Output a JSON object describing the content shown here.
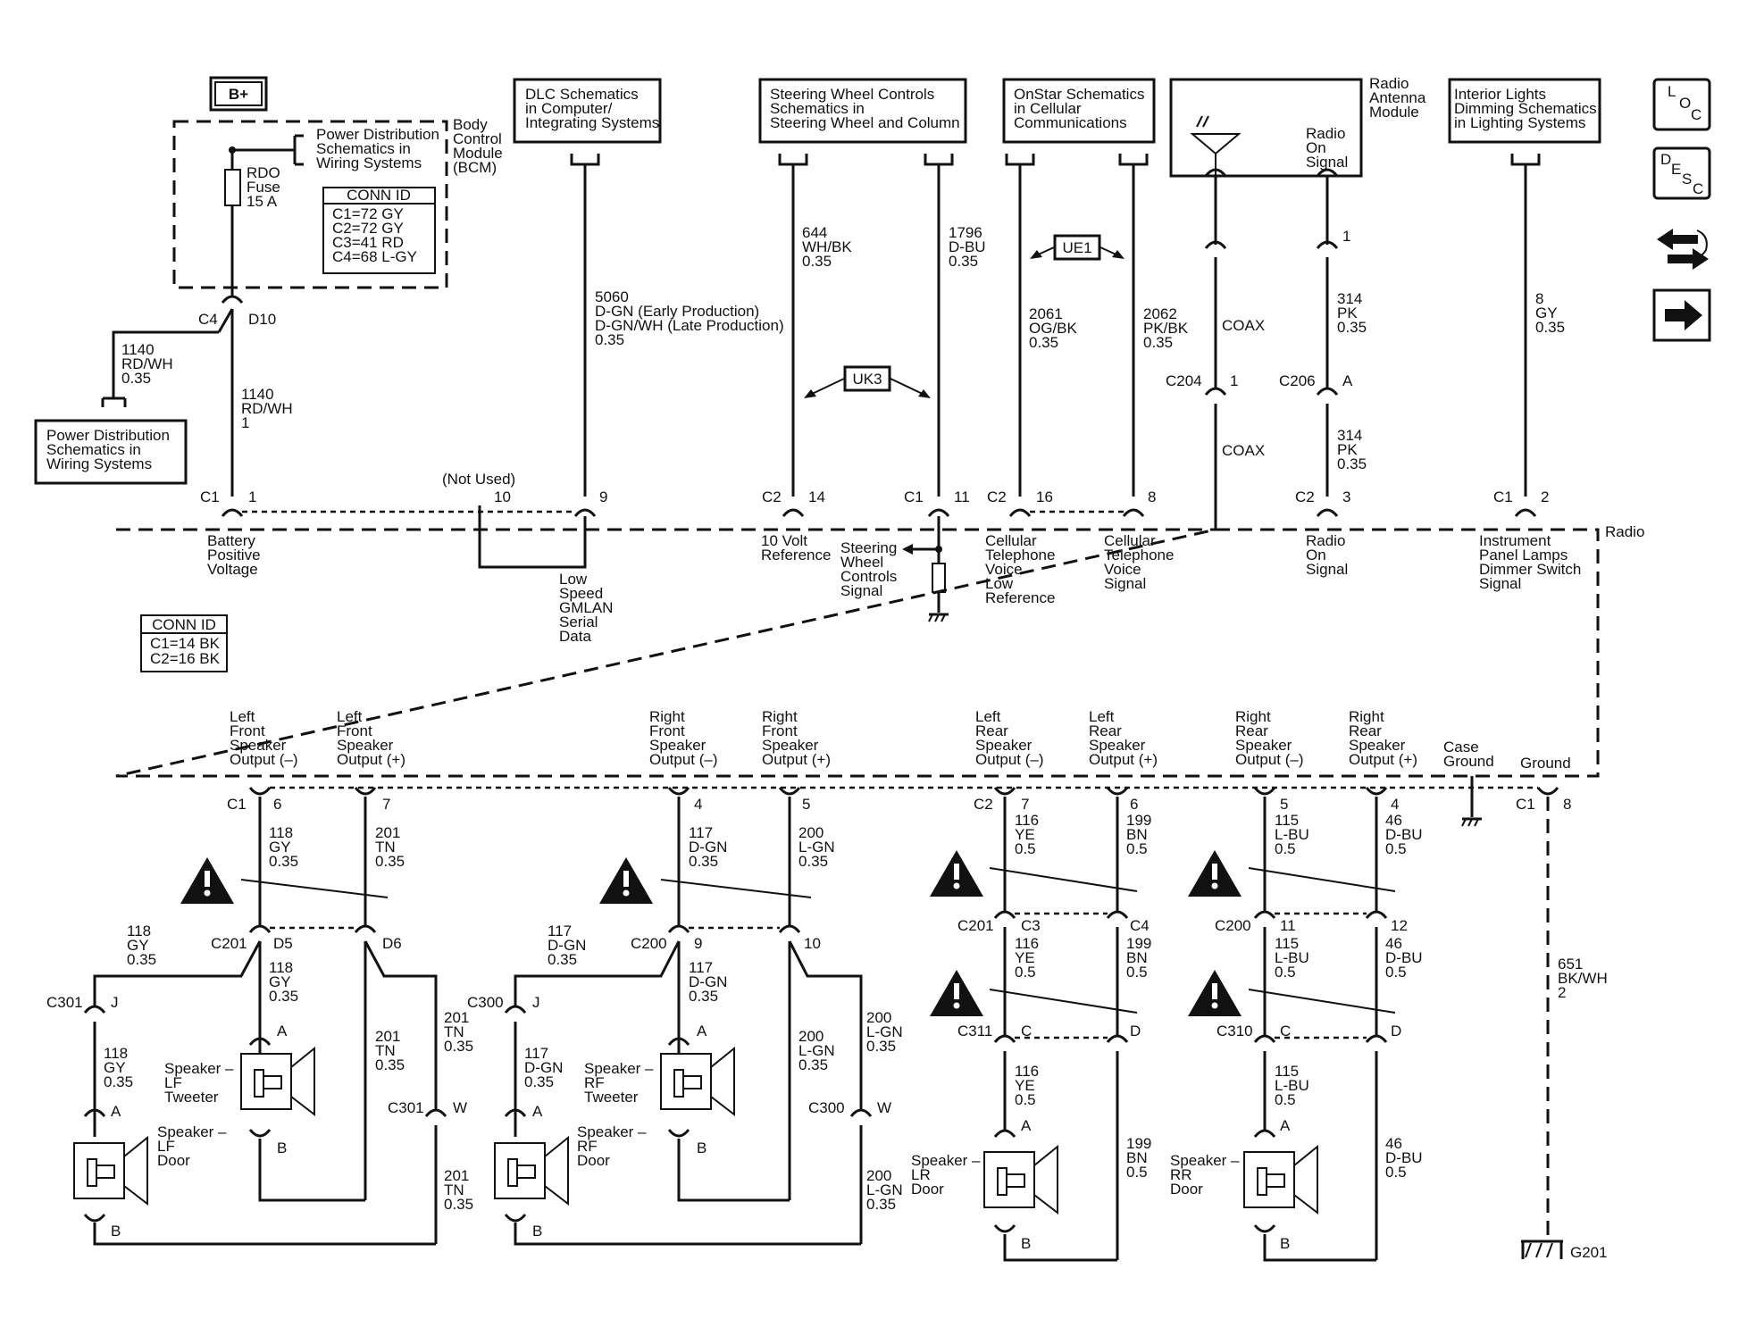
{
  "power_label": "B+",
  "refs": {
    "pd_top": [
      "Power Distribution",
      "Schematics in",
      "Wiring Systems"
    ],
    "pd_left": [
      "Power Distribution",
      "Schematics in",
      "Wiring Systems"
    ],
    "dlc": [
      "DLC Schematics",
      "in Computer/",
      "Integrating Systems"
    ],
    "swc": [
      "Steering Wheel Controls",
      "Schematics in",
      "Steering Wheel and Column"
    ],
    "onstar": [
      "OnStar Schematics",
      "in Cellular",
      "Communications"
    ],
    "interior": [
      "Interior Lights",
      "Dimming Schematics",
      "in Lighting Systems"
    ]
  },
  "bcm": {
    "label": [
      "Body",
      "Control",
      "Module",
      "(BCM)"
    ],
    "fuse": [
      "RDO",
      "Fuse",
      "15 A"
    ],
    "conn_title": "CONN ID",
    "conn": [
      "C1=72 GY",
      "C2=72 GY",
      "C3=41 RD",
      "C4=68 L-GY"
    ]
  },
  "antenna": {
    "label": [
      "Radio",
      "Antenna",
      "Module"
    ],
    "signal": [
      "Radio",
      "On",
      "Signal"
    ]
  },
  "radio": {
    "label": "Radio",
    "conn_title": "CONN ID",
    "conn": [
      "C1=14 BK",
      "C2=16 BK"
    ],
    "pins": {
      "battery": [
        "Battery",
        "Positive",
        "Voltage"
      ],
      "gmlan": [
        "Low",
        "Speed",
        "GMLAN",
        "Serial",
        "Data"
      ],
      "ref10v": [
        "10 Volt",
        "Reference"
      ],
      "swc": [
        "Steering",
        "Wheel",
        "Controls",
        "Signal"
      ],
      "cell_low": [
        "Cellular",
        "Telephone",
        "Voice",
        "Low",
        "Reference"
      ],
      "cell_sig": [
        "Cellular",
        "Telephone",
        "Voice",
        "Signal"
      ],
      "radio_on": [
        "Radio",
        "On",
        "Signal"
      ],
      "ipl": [
        "Instrument",
        "Panel Lamps",
        "Dimmer Switch",
        "Signal"
      ],
      "lf_neg": [
        "Left",
        "Front",
        "Speaker",
        "Output (–)"
      ],
      "lf_pos": [
        "Left",
        "Front",
        "Speaker",
        "Output (+)"
      ],
      "rf_neg": [
        "Right",
        "Front",
        "Speaker",
        "Output (–)"
      ],
      "rf_pos": [
        "Right",
        "Front",
        "Speaker",
        "Output (+)"
      ],
      "lr_neg": [
        "Left",
        "Rear",
        "Speaker",
        "Output (–)"
      ],
      "lr_pos": [
        "Left",
        "Rear",
        "Speaker",
        "Output (+)"
      ],
      "rr_neg": [
        "Right",
        "Rear",
        "Speaker",
        "Output (–)"
      ],
      "rr_pos": [
        "Right",
        "Rear",
        "Speaker",
        "Output (+)"
      ],
      "case_gnd": [
        "Case",
        "Ground"
      ],
      "gnd": [
        "Ground"
      ]
    },
    "not_used": "(Not Used)"
  },
  "options": {
    "uk3": "UK3",
    "ue1": "UE1"
  },
  "speakers": {
    "lf_tweeter": [
      "Speaker –",
      "LF",
      "Tweeter"
    ],
    "lf_door": [
      "Speaker –",
      "LF",
      "Door"
    ],
    "rf_tweeter": [
      "Speaker –",
      "RF",
      "Tweeter"
    ],
    "rf_door": [
      "Speaker –",
      "RF",
      "Door"
    ],
    "lr_door": [
      "Speaker –",
      "LR",
      "Door"
    ],
    "rr_door": [
      "Speaker –",
      "RR",
      "Door"
    ]
  },
  "ground_label": "G201",
  "wires": {
    "w1140a": [
      "1140",
      "RD/WH",
      "0.35"
    ],
    "w1140b": [
      "1140",
      "RD/WH",
      "1"
    ],
    "w5060": [
      "5060",
      "D-GN (Early Production)",
      "D-GN/WH (Late Production)",
      "0.35"
    ],
    "w644": [
      "644",
      "WH/BK",
      "0.35"
    ],
    "w1796": [
      "1796",
      "D-BU",
      "0.35"
    ],
    "w2061": [
      "2061",
      "OG/BK",
      "0.35"
    ],
    "w2062": [
      "2062",
      "PK/BK",
      "0.35"
    ],
    "coax": "COAX",
    "w314": [
      "314",
      "PK",
      "0.35"
    ],
    "w8": [
      "8",
      "GY",
      "0.35"
    ],
    "w118": [
      "118",
      "GY",
      "0.35"
    ],
    "w201": [
      "201",
      "TN",
      "0.35"
    ],
    "w117": [
      "117",
      "D-GN",
      "0.35"
    ],
    "w200": [
      "200",
      "L-GN",
      "0.35"
    ],
    "w116": [
      "116",
      "YE",
      "0.5"
    ],
    "w199": [
      "199",
      "BN",
      "0.5"
    ],
    "w115": [
      "115",
      "L-BU",
      "0.5"
    ],
    "w46": [
      "46",
      "D-BU",
      "0.5"
    ],
    "w651": [
      "651",
      "BK/WH",
      "2"
    ]
  },
  "connectors": {
    "C1": "C1",
    "C2": "C2",
    "C4": "C4",
    "D10": "D10",
    "C200": "C200",
    "C201": "C201",
    "C204": "C204",
    "C206": "C206",
    "C300": "C300",
    "C301": "C301",
    "C310": "C310",
    "C311": "C311",
    "C3": "C3",
    "C4b": "C4",
    "D5": "D5",
    "D6": "D6"
  },
  "pins": {
    "p1": "1",
    "p2": "2",
    "p3": "3",
    "p4": "4",
    "p5": "5",
    "p6": "6",
    "p7": "7",
    "p8": "8",
    "p9": "9",
    "p10": "10",
    "p11": "11",
    "p12": "12",
    "p14": "14",
    "p16": "16",
    "pA": "A",
    "pB": "B",
    "pC": "C",
    "pD": "D",
    "pJ": "J",
    "pW": "W"
  },
  "side_icons": {
    "loc": [
      "L",
      "O",
      "C"
    ],
    "desc": [
      "D",
      "E",
      "S",
      "C"
    ]
  }
}
